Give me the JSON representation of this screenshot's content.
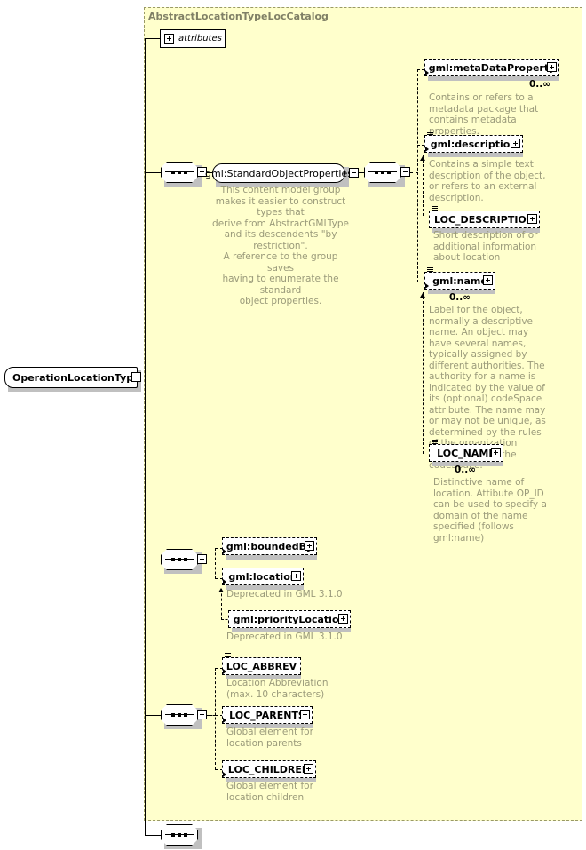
{
  "diagram": {
    "kind": "xml-schema-element-diagram",
    "root_type": "OperationLocationType",
    "container_label": "AbstractLocationTypeLocCatalog",
    "attributes_label": "attributes",
    "colors": {
      "container_fill": "#ffffcc",
      "container_border": "#999966",
      "doc_text": "#9a9a7a",
      "node_fill": "#ffffff",
      "line": "#000000",
      "shadow": "#c0c0c0"
    },
    "group": {
      "name": "gml:StandardObjectProperties",
      "doc": "This content model group makes it easier to construct types that\n    derive from AbstractGMLType\nand its descendents \"by restriction\".\n    A reference to the group saves\nhaving to enumerate the standard\nobject properties."
    },
    "branch_a": [
      {
        "name": "gml:metaDataProperty",
        "cardinality": "0..∞",
        "expander": "plus",
        "doc": "Contains or refers to a metadata package that contains metadata properties."
      },
      {
        "name": "gml:description",
        "cardinality": "",
        "expander": "plus",
        "doc": "Contains a simple text description of the object, or refers to an external description."
      },
      {
        "name": "LOC_DESCRIPTION",
        "cardinality": "",
        "expander": "plus",
        "doc": "Short description of or additional information about location"
      },
      {
        "name": "gml:name",
        "cardinality": "0..∞",
        "expander": "plus",
        "doc": "Label for the object, normally a descriptive name. An object may have several names, typically assigned by different authorities.  The authority for a name is indicated by the value of its (optional) codeSpace attribute.  The name may or may not be unique, as determined by the rules of the organization responsible for the codeSpace."
      },
      {
        "name": "LOC_NAME",
        "cardinality": "0..∞",
        "expander": "plus",
        "doc": "Distinctive name of location. Attibute OP_ID can be used to specify a domain of the name specified (follows gml:name)"
      }
    ],
    "branch_b": [
      {
        "name": "gml:boundedBy",
        "expander": "plus",
        "doc": ""
      },
      {
        "name": "gml:location",
        "expander": "plus",
        "doc": "Deprecated in GML 3.1.0"
      },
      {
        "name": "gml:priorityLocation",
        "expander": "plus",
        "doc": "Deprecated in GML 3.1.0"
      }
    ],
    "branch_c": [
      {
        "name": "LOC_ABBREV",
        "expander": "none",
        "doc": "Location Abbreviation (max. 10 characters)"
      },
      {
        "name": "LOC_PARENTS",
        "expander": "plus",
        "doc": "Global element for location parents"
      },
      {
        "name": "LOC_CHILDREN",
        "expander": "plus",
        "doc": "Global element for location children"
      }
    ]
  }
}
